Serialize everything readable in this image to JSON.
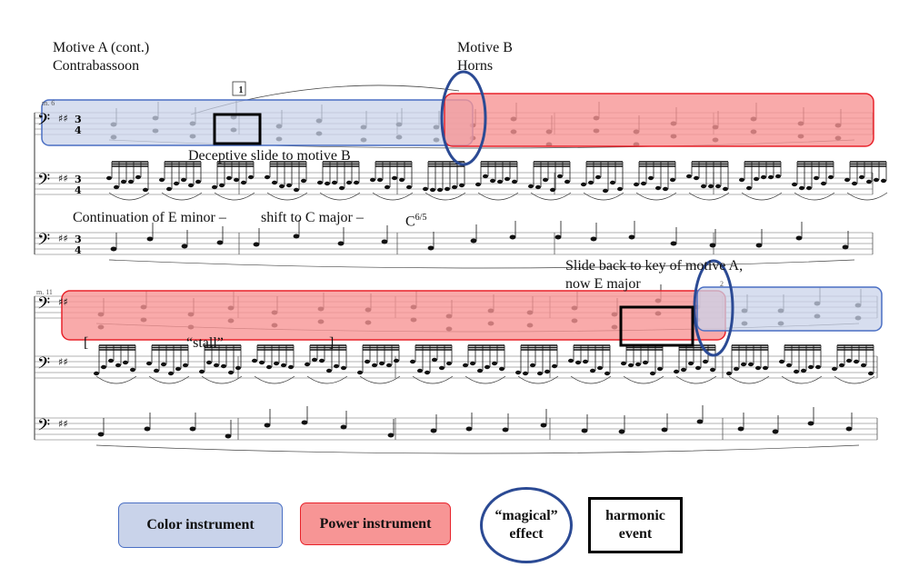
{
  "annotations": {
    "motive_a": "Motive A (cont.)",
    "contrabassoon": "Contrabassoon",
    "motive_b": "Motive B",
    "horns": "Horns",
    "deceptive": "Deceptive slide to motive B",
    "continuation": "Continuation of E minor –",
    "shift": "shift to C major –",
    "chord_root": "C",
    "chord_fig": "6/5",
    "slide_back_1": "Slide back to key of motive A,",
    "slide_back_2": "now E major",
    "stall": "“stall”",
    "bracket_open": "[",
    "bracket_close": "]"
  },
  "measures": {
    "system1": "m. 6",
    "system2": "m. 11",
    "rehearsal_1": "1",
    "rehearsal_2": "2"
  },
  "time_signature": {
    "top": "3",
    "bottom": "4"
  },
  "legend": {
    "color": "Color instrument",
    "power": "Power instrument",
    "magical_1": "“magical”",
    "magical_2": "effect",
    "harmonic_1": "harmonic",
    "harmonic_2": "event"
  },
  "colors": {
    "color_instrument": "#c9d3ea",
    "color_border": "#4a6fc4",
    "power_instrument": "#f79595",
    "power_border": "#e8222a",
    "magical_ring": "#2b4a94",
    "harmonic_box": "#000000"
  }
}
